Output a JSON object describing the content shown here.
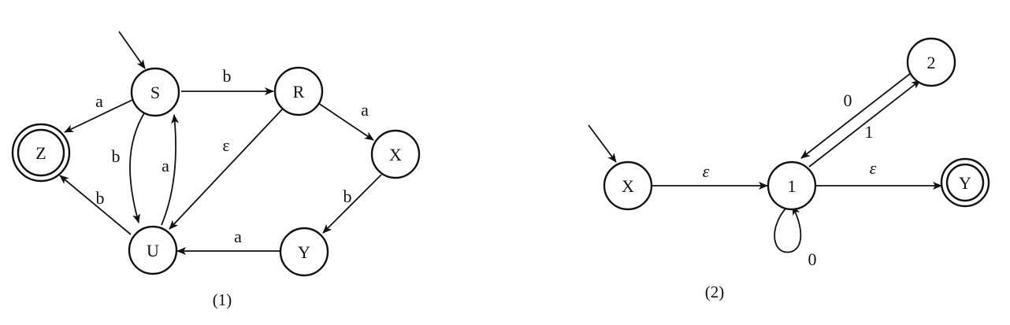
{
  "diagram1": {
    "caption": "(1)",
    "states": {
      "S": "S",
      "R": "R",
      "X": "X",
      "Y": "Y",
      "U": "U",
      "Z": "Z"
    },
    "edges": [
      {
        "from": "S",
        "to": "R",
        "label": "b"
      },
      {
        "from": "S",
        "to": "Z",
        "label": "a"
      },
      {
        "from": "S",
        "to": "U",
        "label": "b"
      },
      {
        "from": "U",
        "to": "S",
        "label": "a"
      },
      {
        "from": "R",
        "to": "U",
        "label": "ε"
      },
      {
        "from": "R",
        "to": "X",
        "label": "a"
      },
      {
        "from": "X",
        "to": "Y",
        "label": "b"
      },
      {
        "from": "Y",
        "to": "U",
        "label": "a"
      },
      {
        "from": "U",
        "to": "Z",
        "label": "b"
      }
    ],
    "start": "S",
    "accepting": [
      "Z"
    ]
  },
  "diagram2": {
    "caption": "(2)",
    "states": {
      "X": "X",
      "one": "1",
      "two": "2",
      "Y": "Y"
    },
    "edges": [
      {
        "from": "X",
        "to": "1",
        "label": "ε"
      },
      {
        "from": "1",
        "to": "Y",
        "label": "ε"
      },
      {
        "from": "1",
        "to": "2",
        "label": "1"
      },
      {
        "from": "2",
        "to": "1",
        "label": "0"
      },
      {
        "from": "1",
        "to": "1",
        "label": "0"
      }
    ],
    "start": "X",
    "accepting": [
      "Y"
    ]
  }
}
